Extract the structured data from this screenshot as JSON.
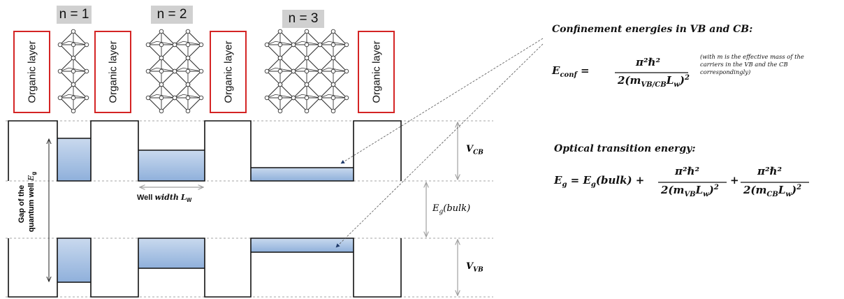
{
  "layer_labels": {
    "n1": "n = 1",
    "n2": "n = 2",
    "n3": "n = 3",
    "organic": "Organic layer"
  },
  "band_labels": {
    "vcb": "V",
    "vcb_sub": "CB",
    "vvb": "V",
    "vvb_sub": "VB",
    "eg_bulk": "E",
    "eg_bulk_sub": "g",
    "eg_bulk_tail": "(bulk)",
    "well_width_prefix": "Well",
    "well_width_italic": "width",
    "well_width_L": "L",
    "well_width_sub": "W",
    "gap_line1": "Gap of the",
    "gap_line2": "quantum well",
    "gap_E": "E",
    "gap_sub": "g"
  },
  "confinement": {
    "heading": "Confinement energies in VB and CB:",
    "lhs": "E",
    "lhs_sub": "conf",
    "numerator": "π²ℏ²",
    "denominator": "2(m_{VB/CB} L_w)²",
    "note": "(with m is the effective mass of the carriers in the VB and the CB correspondingly)"
  },
  "optical": {
    "heading": "Optical transition energy:",
    "lhs": "E",
    "lhs_sub": "g",
    "term1": "= E",
    "term1_sub": "g",
    "term1_tail": "(bulk) +",
    "numerator": "π²ℏ²",
    "denominator1": "2(m_{VB} L_w)²",
    "plus": "+",
    "denominator2": "2(m_{CB} L_w)²"
  },
  "colors": {
    "organic_border": "#d42424",
    "well_fill_top": "#c9d9ee",
    "well_fill_bottom": "#8fb0db",
    "arrow_gray": "#a0a0a0",
    "dashed": "#888888",
    "label_bg": "#d0d0d0"
  }
}
